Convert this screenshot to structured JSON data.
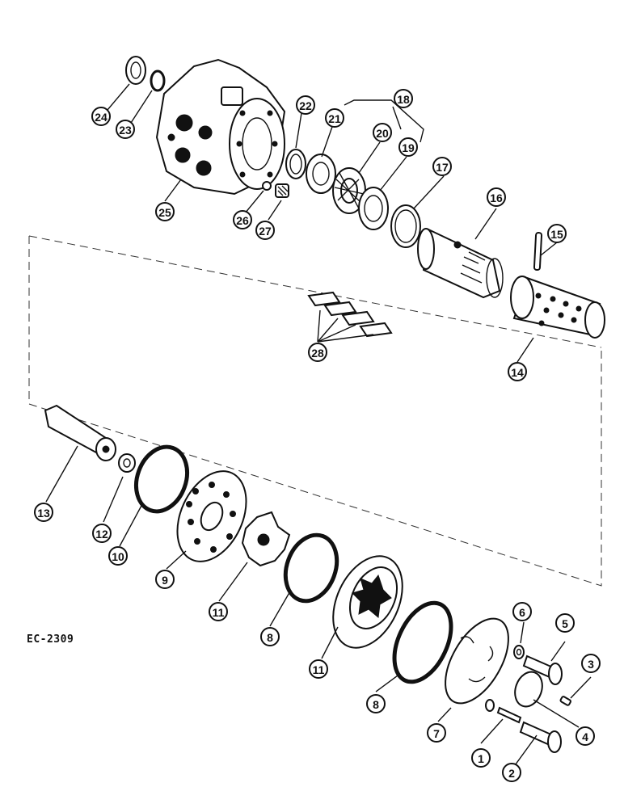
{
  "figure_code": "EC-2309",
  "callouts": [
    "24",
    "23",
    "22",
    "21",
    "20",
    "19",
    "18",
    "17",
    "16",
    "15",
    "25",
    "26",
    "27",
    "28",
    "14",
    "13",
    "12",
    "10",
    "9",
    "11",
    "8",
    "11",
    "8",
    "7",
    "6",
    "5",
    "3",
    "4",
    "1",
    "2"
  ]
}
